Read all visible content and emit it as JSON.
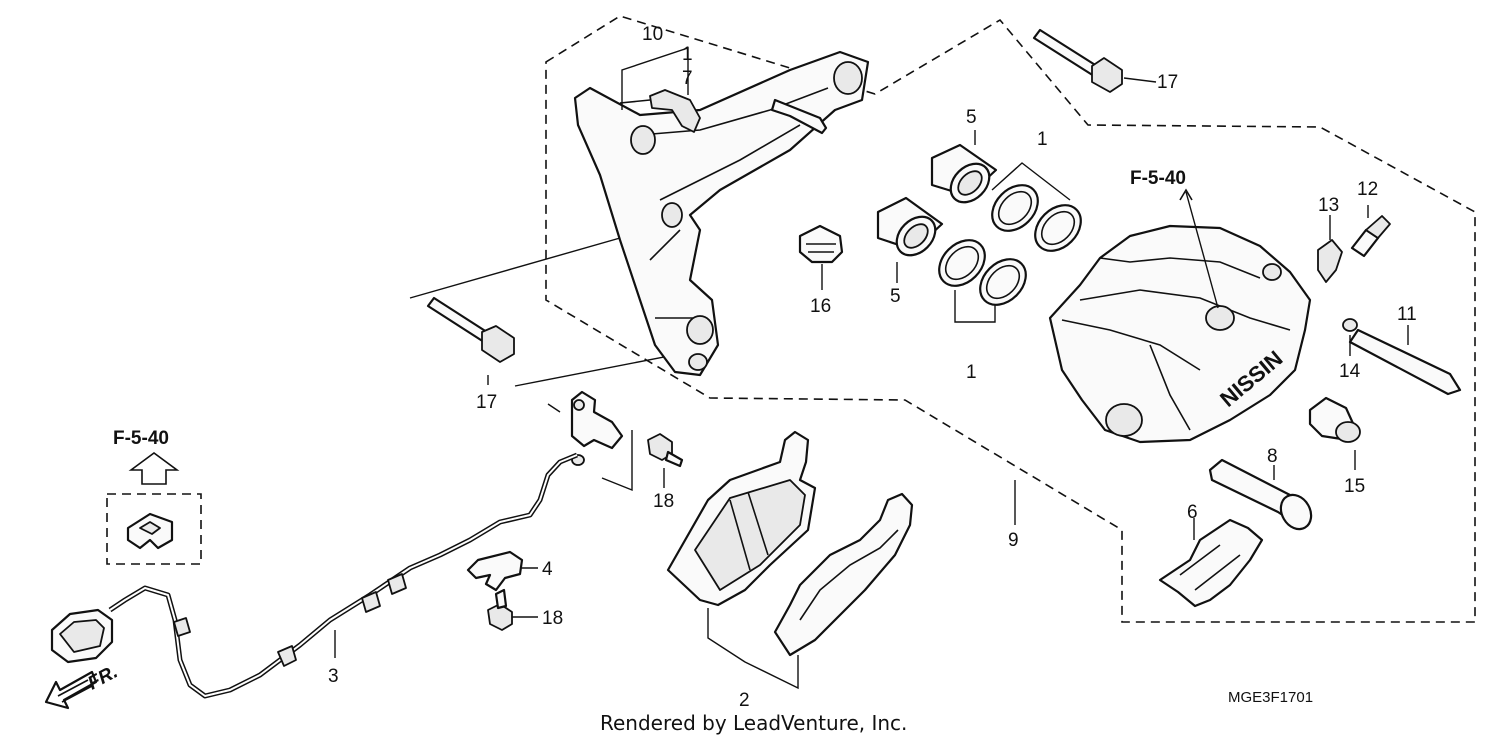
{
  "diagram": {
    "callouts": {
      "c1_top": "1",
      "c1_bot": "1",
      "c1_pad": "1",
      "c2": "2",
      "c3": "3",
      "c4": "4",
      "c5_top": "5",
      "c5_bot": "5",
      "c6": "6",
      "c7": "7",
      "c8": "8",
      "c9": "9",
      "c10": "10",
      "c11": "11",
      "c12": "12",
      "c13": "13",
      "c14": "14",
      "c15": "15",
      "c16": "16",
      "c17_top": "17",
      "c17_left": "17",
      "c18_sensor": "18",
      "c18_clamp": "18"
    },
    "ref_right": "F-5-40",
    "ref_left": "F-5-40",
    "fr_label": "FR.",
    "diagram_code": "MGE3F1701",
    "caliper_brand": "NISSIN",
    "footer": "Rendered by LeadVenture, Inc."
  }
}
